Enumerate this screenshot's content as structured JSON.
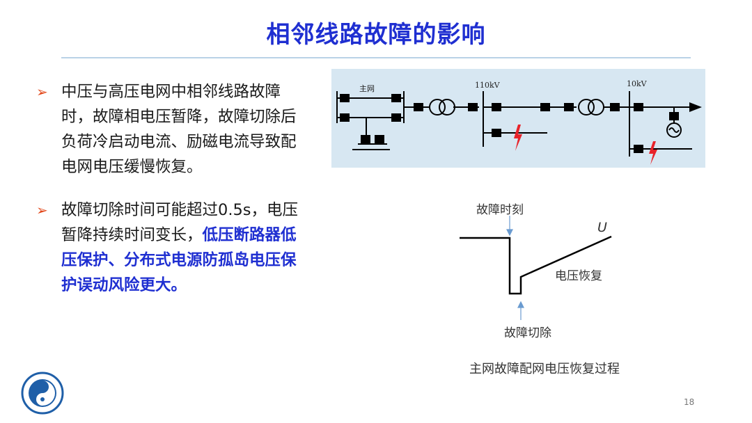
{
  "slide": {
    "title": "相邻线路故障的影响",
    "page_number": "18"
  },
  "bullets": [
    {
      "text": "中压与高压电网中相邻线路故障时，故障相电压暂降，故障切除后负荷冷启动电流、励磁电流导致配电网电压缓慢恢复。"
    },
    {
      "text": "故障切除时间可能超过0.5s，电压暂降持续时间变长，",
      "emphasis": "低压断路器低压保护、分布式电源防孤岛电压保护误动风险更大。"
    }
  ],
  "network_diagram": {
    "main_grid_label": "主网",
    "hv_bus_label": "110kV",
    "mv_bus_label": "10kV"
  },
  "voltage_chart": {
    "fault_time_label": "故障时刻",
    "fault_clear_label": "故障切除",
    "recovery_label": "电压恢复",
    "u_label": "U",
    "caption": "主网故障配网电压恢复过程"
  },
  "colors": {
    "title": "#1f2fd1",
    "bullet_arrow": "#e2471a",
    "emphasis": "#1f2fd1",
    "diagram_bg": "#d7e7f2",
    "fault_mark": "#e8232a",
    "arrow_marker": "#6a9bd0"
  }
}
